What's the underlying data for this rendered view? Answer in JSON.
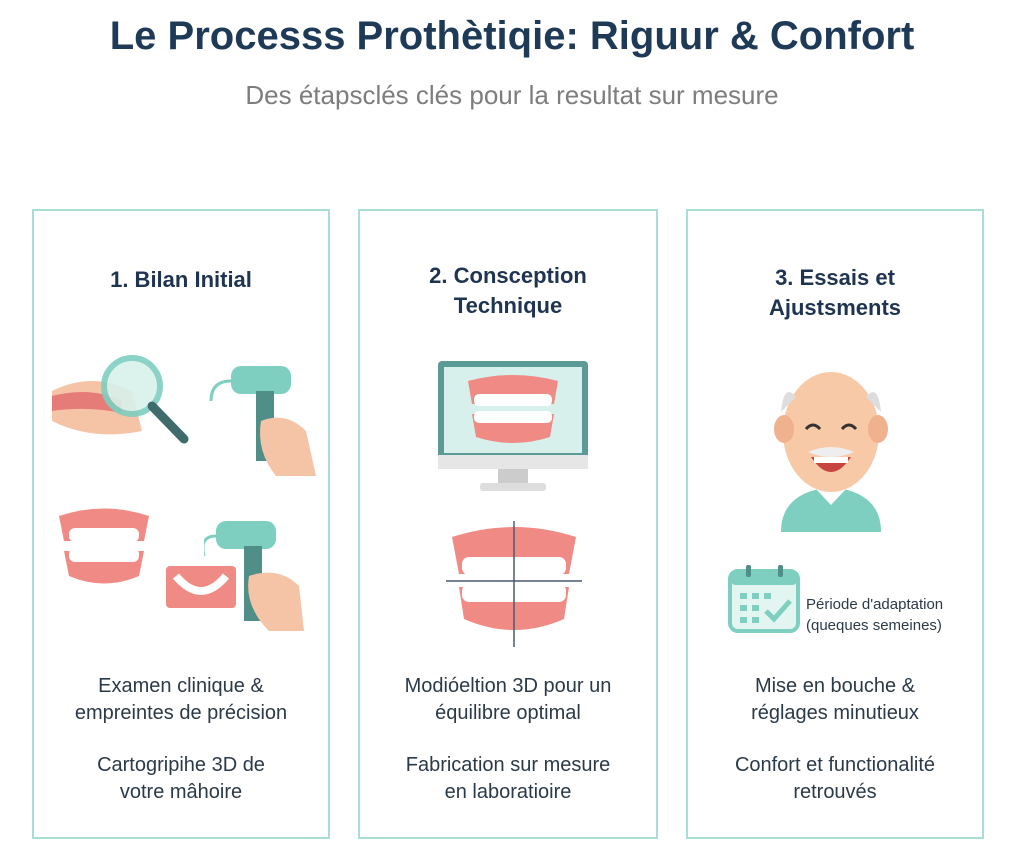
{
  "header": {
    "title": "Le Processs Prothètiqie: Riguur & Confort",
    "subtitle": "Des étapsclés clés pour la resultat sur mesure"
  },
  "cards": [
    {
      "title_line1": "1. Bilan Initial",
      "title_line2": "",
      "desc1": "Examen clinique & empreintes de précision",
      "desc2": "Cartogripihe 3D de votre mâhoire"
    },
    {
      "title_line1": "2. Consception",
      "title_line2": "Technique",
      "desc1": "Modióeltion 3D pour un équilibre optimal",
      "desc2": "Fabrication sur mesure en laboratioire"
    },
    {
      "title_line1": "3. Essais et",
      "title_line2": "Ajustsments",
      "desc1": "Mise en bouche & réglages minutieux",
      "desc2": "Confort et functionalité retrouvés",
      "calendar_line1": "Période d'adaptation",
      "calendar_line2": "(queques semeines)"
    }
  ],
  "colors": {
    "accent": "#7fcfc0",
    "border": "#a9ded6",
    "gum": "#f08a85",
    "title": "#1e3a56"
  }
}
